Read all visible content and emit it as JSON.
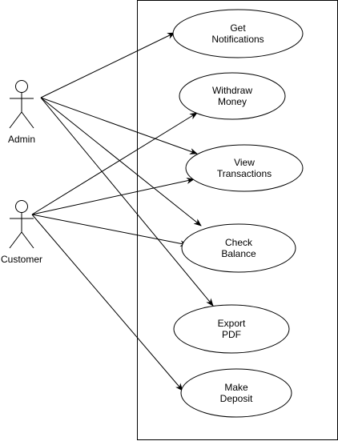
{
  "diagram": {
    "type": "use-case-diagram",
    "actors": [
      {
        "id": "admin",
        "label": "Admin"
      },
      {
        "id": "customer",
        "label": "Customer"
      }
    ],
    "use_cases": [
      {
        "id": "get-notifications",
        "lines": [
          "Get",
          "Notifications"
        ]
      },
      {
        "id": "withdraw-money",
        "lines": [
          "Withdraw",
          "Money"
        ]
      },
      {
        "id": "view-transactions",
        "lines": [
          "View",
          "Transactions"
        ]
      },
      {
        "id": "check-balance",
        "lines": [
          "Check",
          "Balance"
        ]
      },
      {
        "id": "export-pdf",
        "lines": [
          "Export",
          "PDF"
        ]
      },
      {
        "id": "make-deposit",
        "lines": [
          "Make",
          "Deposit"
        ]
      }
    ],
    "associations": [
      {
        "from": "admin",
        "to": "get-notifications"
      },
      {
        "from": "admin",
        "to": "view-transactions"
      },
      {
        "from": "admin",
        "to": "check-balance"
      },
      {
        "from": "admin",
        "to": "export-pdf"
      },
      {
        "from": "customer",
        "to": "withdraw-money"
      },
      {
        "from": "customer",
        "to": "view-transactions"
      },
      {
        "from": "customer",
        "to": "check-balance"
      },
      {
        "from": "customer",
        "to": "make-deposit"
      }
    ],
    "colors": {
      "stroke": "#000000",
      "background": "#ffffff"
    }
  }
}
